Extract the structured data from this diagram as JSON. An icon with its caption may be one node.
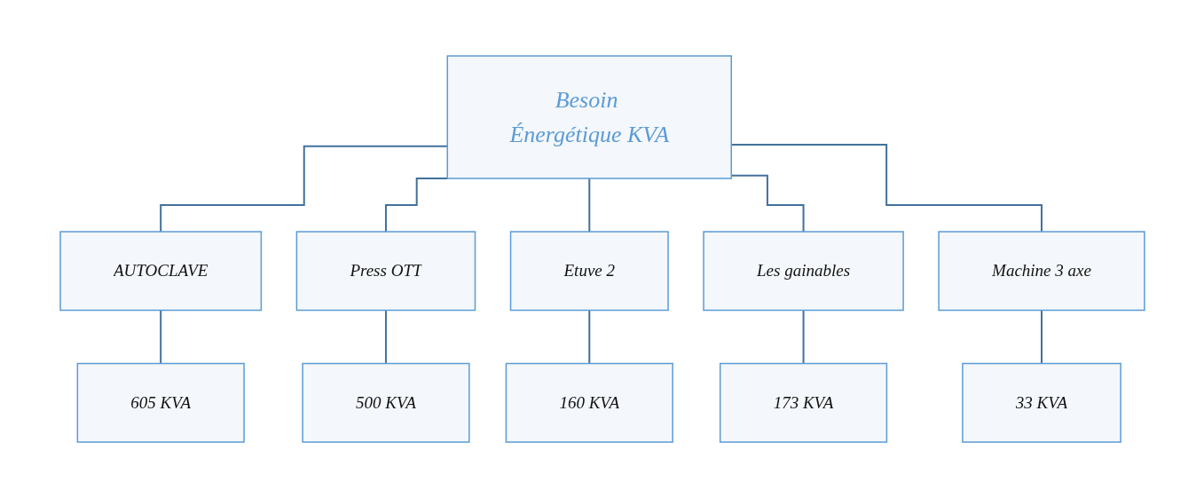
{
  "diagram": {
    "nodes": [
      {
        "text": [
          "Besoin Énergétique KVA"
        ]
      },
      {
        "text": [
          "AUTOCLAVE"
        ]
      },
      {
        "text": [
          "Press OTT"
        ]
      },
      {
        "text": [
          "Etuve 2"
        ]
      },
      {
        "text": [
          "Les gainables"
        ]
      },
      {
        "text": [
          "Machine 3 axe"
        ]
      },
      {
        "text": [
          "605 KVA"
        ]
      },
      {
        "text": [
          "500 KVA"
        ]
      },
      {
        "text": [
          "160 KVA"
        ]
      },
      {
        "text": [
          "173 KVA"
        ]
      },
      {
        "text": [
          "33 KVA"
        ]
      }
    ],
    "edges": [
      {
        "from": 0,
        "to": 1,
        "arrow": "none"
      },
      {
        "from": 0,
        "to": 2,
        "arrow": "none"
      },
      {
        "from": 0,
        "to": 3,
        "arrow": "none"
      },
      {
        "from": 0,
        "to": 4,
        "arrow": "none"
      },
      {
        "from": 0,
        "to": 5,
        "arrow": "none"
      },
      {
        "from": 1,
        "to": 6,
        "arrow": "none"
      },
      {
        "from": 2,
        "to": 7,
        "arrow": "none"
      },
      {
        "from": 3,
        "to": 8,
        "arrow": "none"
      },
      {
        "from": 4,
        "to": 9,
        "arrow": "none"
      },
      {
        "from": 5,
        "to": 10,
        "arrow": "none"
      }
    ]
  }
}
